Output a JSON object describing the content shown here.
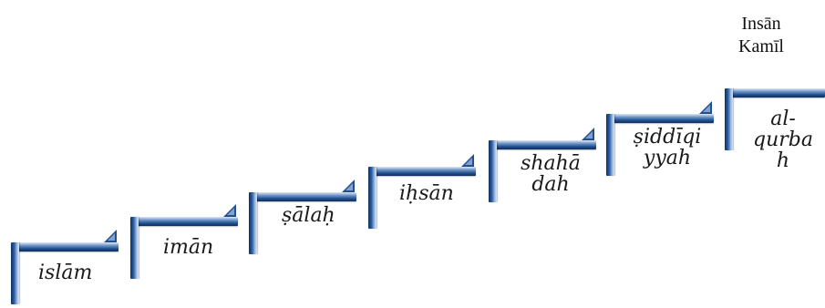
{
  "diagram": {
    "top_label": [
      "Insān",
      "Kamīl"
    ],
    "steps": [
      {
        "label": "islām"
      },
      {
        "label": "imān"
      },
      {
        "label": "ṣālaḥ"
      },
      {
        "label": "iḥsān"
      },
      {
        "label": "shahā\ndah"
      },
      {
        "label": "ṣiddīqi\nyyah"
      },
      {
        "label": "al-\nqurba\nh"
      }
    ]
  }
}
